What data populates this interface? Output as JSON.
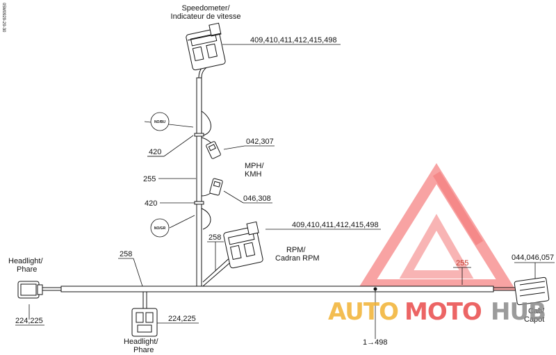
{
  "side_code": "05M0929-29-30",
  "labels": {
    "speedometer_1": "Speedometer/",
    "speedometer_2": "Indicateur de vitesse",
    "speedo_refs": "409,410,411,412,415,498",
    "nobu": "NO/BU",
    "nogr": "NO/GR",
    "ref_420_top": "420",
    "ref_042_307": "042,307",
    "mph_1": "MPH/",
    "mph_2": "KMH",
    "ref_255_left": "255",
    "ref_046_308": "046,308",
    "ref_420_bottom": "420",
    "rpm_refs": "409,410,411,412,415,498",
    "ref_258_mid": "258",
    "rpm_1": "RPM/",
    "rpm_2": "Cadran RPM",
    "ref_258_left": "258",
    "headlight_left_1": "Headlight/",
    "headlight_left_2": "Phare",
    "ref_224_left": "224,225",
    "headlight_bottom_1": "Headlight/",
    "headlight_bottom_2": "Phare",
    "ref_224_bottom": "224,225",
    "ref_255_right": "255",
    "ref_044": "044,046,057",
    "cab_1": "Cab/",
    "cab_2": "Capot",
    "ref_498": "1→498"
  },
  "watermark": {
    "auto": "AUTO",
    "moto": "MOTO",
    "hub": "HUB",
    "color_auto": "#f2b233",
    "color_moto": "#e94b4b",
    "color_hub": "#8a8a8a",
    "color_logo": "#ee3b3b"
  }
}
